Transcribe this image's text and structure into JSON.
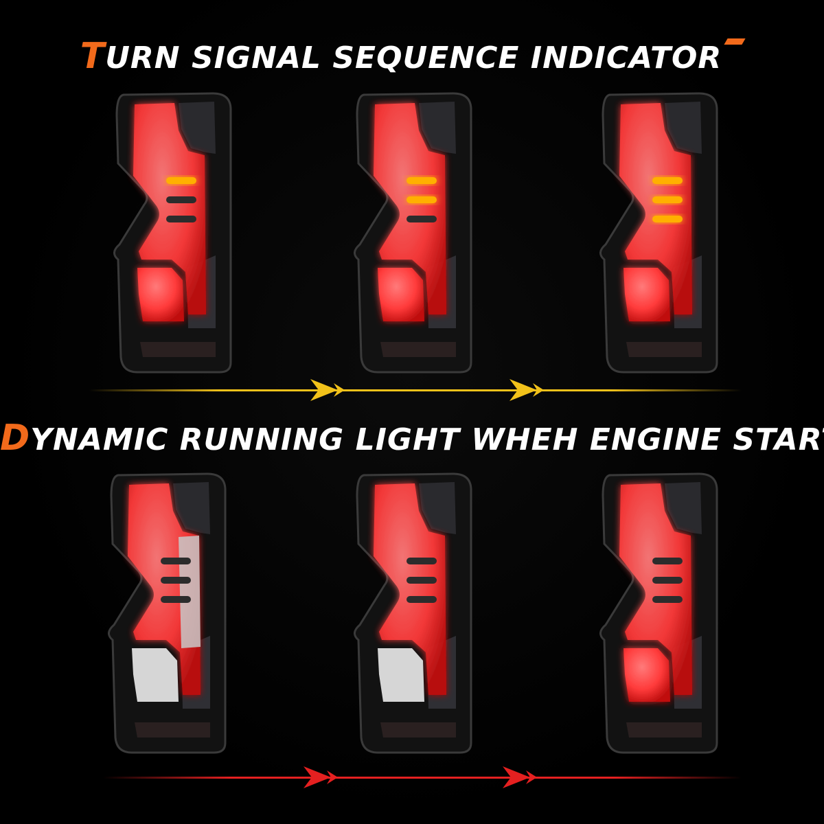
{
  "headings": {
    "turn_signal": {
      "first_letter": "T",
      "rest": "URN SIGNAL SEQUENCE INDICATOR"
    },
    "running_light": {
      "first_letter": "D",
      "rest": "YNAMIC RUNNING LIGHT WHEH ENGINE START"
    }
  },
  "colors": {
    "accent": "#f26a1b",
    "red_glow": "#ff3b3b",
    "amber": "#ffb000",
    "yellow_arrow": "#f2c21a",
    "red_arrow": "#e52020"
  },
  "rows": {
    "turn_signal": [
      {
        "amber_bars": 1
      },
      {
        "amber_bars": 2
      },
      {
        "amber_bars": 3
      }
    ],
    "running_light": [
      {
        "lit_fraction": 0.35
      },
      {
        "lit_fraction": 0.7
      },
      {
        "lit_fraction": 1.0
      }
    ]
  }
}
